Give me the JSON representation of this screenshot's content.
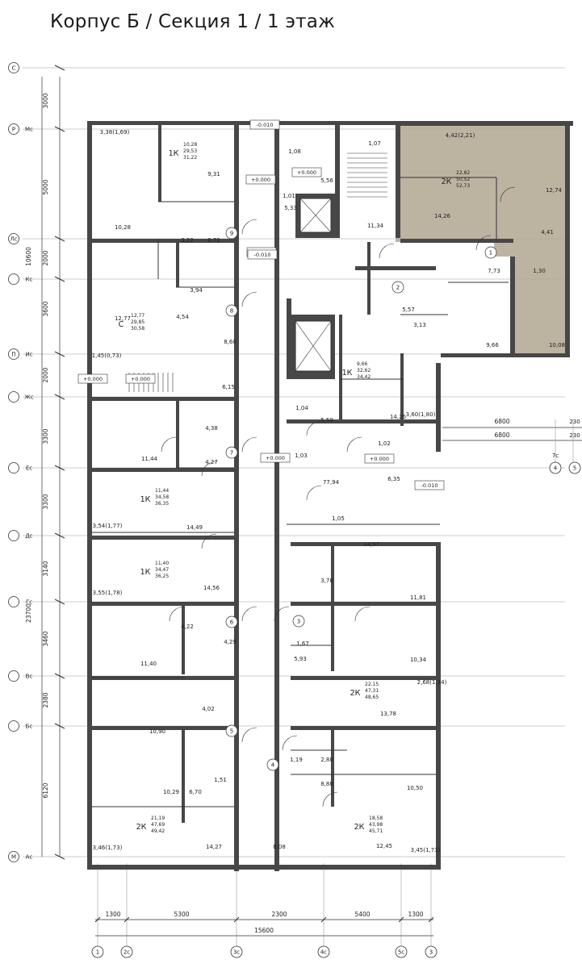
{
  "title": "Корпус Б / Секция 1 / 1 этаж",
  "colors": {
    "wall": "#474747",
    "highlight": "#b1a691",
    "line": "#333333"
  },
  "left_axes": [
    {
      "a": "С",
      "b": ""
    },
    {
      "a": "Р",
      "b": "Мс"
    },
    {
      "a": "Лс",
      "b": ""
    },
    {
      "a": "",
      "b": "Кс"
    },
    {
      "a": "П",
      "b": "Ис"
    },
    {
      "a": "",
      "b": "Жс"
    },
    {
      "a": "",
      "b": "Ес"
    },
    {
      "a": "",
      "b": "Дс"
    },
    {
      "a": "",
      "b": "Гс"
    },
    {
      "a": "",
      "b": "Вс"
    },
    {
      "a": "",
      "b": "Бс"
    },
    {
      "a": "М",
      "b": "Ас"
    }
  ],
  "vertical_dims": [
    "3000",
    "5000",
    "10600",
    "2000",
    "3600",
    "2000",
    "3300",
    "3300",
    "3140",
    "23700",
    "3460",
    "2380",
    "6120"
  ],
  "bottom_dims": [
    "1300",
    "5300",
    "2300",
    "5400",
    "1300"
  ],
  "bottom_total": "15600",
  "bottom_axes": [
    "1",
    "2с",
    "3с",
    "4с",
    "5с",
    "3"
  ],
  "right_dims": [
    "6800",
    "6800",
    "230",
    "230"
  ],
  "right_axes": [
    "7с",
    "4",
    "5"
  ],
  "apartments": [
    {
      "type": "1К",
      "vals": [
        "10,28",
        "29,53",
        "31,22"
      ]
    },
    {
      "type": "2К",
      "vals": [
        "22,82",
        "50,52",
        "52,73"
      ]
    },
    {
      "type": "С",
      "vals": [
        "12,77",
        "29,85",
        "30,58"
      ]
    },
    {
      "type": "1К",
      "vals": [
        "9,66",
        "32,62",
        "34,42"
      ]
    },
    {
      "type": "1К",
      "vals": [
        "11,44",
        "34,58",
        "36,35"
      ]
    },
    {
      "type": "1К",
      "vals": [
        "11,40",
        "34,47",
        "36,25"
      ]
    },
    {
      "type": "2К",
      "vals": [
        "22,15",
        "47,31",
        "48,65"
      ]
    },
    {
      "type": "2К",
      "vals": [
        "21,19",
        "47,69",
        "49,42"
      ]
    },
    {
      "type": "2К",
      "vals": [
        "18,58",
        "43,98",
        "45,71"
      ]
    }
  ],
  "areas": [
    "3,38(1,69)",
    "9,31",
    "5,56",
    "1,08",
    "1,07",
    "4,42(2,21)",
    "1,01",
    "5,33",
    "11,34",
    "12,74",
    "14,26",
    "10,28",
    "3,22",
    "6,72",
    "4,41",
    "7,73",
    "1,30",
    "3,94",
    "4,54",
    "5,57",
    "3,13",
    "12,77",
    "8,60",
    "9,66",
    "10,08",
    "1,45(0,73)",
    "6,15",
    "5,59",
    "14,26",
    "3,60(1,80)",
    "1,04",
    "4,38",
    "1,02",
    "11,44",
    "4,27",
    "1,03",
    "77,94",
    "6,35",
    "3,54(1,77)",
    "14,49",
    "1,05",
    "14,97",
    "3,55(1,78)",
    "14,56",
    "3,78",
    "11,81",
    "4,22",
    "4,29",
    "1,67",
    "5,93",
    "10,34",
    "11,40",
    "2,68(1,34)",
    "4,02",
    "13,78",
    "10,90",
    "1,19",
    "2,88",
    "1,51",
    "8,88",
    "10,29",
    "6,70",
    "10,50",
    "3,46(1,73)",
    "14,27",
    "8,08",
    "12,45",
    "3,45(1,73)"
  ],
  "levels": [
    "-0.010",
    "+0.000",
    "+0.000",
    "+0.000",
    "+0.000",
    "-0.010",
    "+0.000",
    "+0.000",
    "+0.000",
    "-0.010"
  ],
  "hall_numbers": [
    "9",
    "8",
    "7",
    "6",
    "5",
    "4",
    "1",
    "2",
    "3"
  ]
}
